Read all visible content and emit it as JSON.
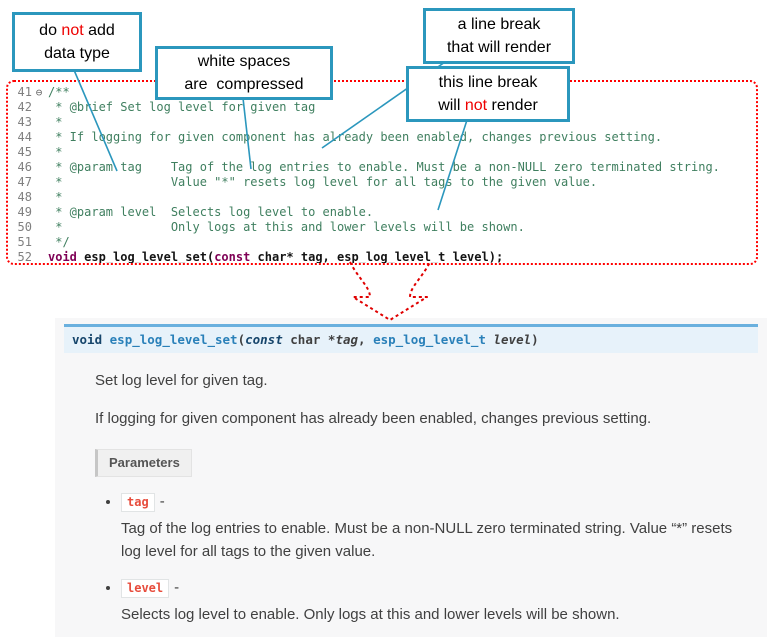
{
  "colors": {
    "callout_border": "#2b97bd",
    "highlight_red": "#ee0000",
    "code_block_border": "#ff0000",
    "comment_green": "#3f7f5f",
    "keyword_purple": "#7f0055",
    "doc_link_blue": "#2980b9",
    "sig_top_border": "#6ab0de",
    "sig_background": "#e7f2fa",
    "param_name_red": "#e74c3c"
  },
  "callouts": [
    {
      "id": "do-not-add-data-type",
      "lines": [
        [
          {
            "t": "do "
          },
          {
            "t": "not",
            "red": true
          },
          {
            "t": " add"
          }
        ],
        [
          {
            "t": "data type"
          }
        ]
      ]
    },
    {
      "id": "white-spaces-compressed",
      "lines": [
        [
          {
            "t": "white spaces"
          }
        ],
        [
          {
            "t": "are  compressed"
          }
        ]
      ]
    },
    {
      "id": "line-break-renders",
      "lines": [
        [
          {
            "t": "a line break"
          }
        ],
        [
          {
            "t": "that will render"
          }
        ]
      ]
    },
    {
      "id": "line-break-not-render",
      "lines": [
        [
          {
            "t": "this line break"
          }
        ],
        [
          {
            "t": "will "
          },
          {
            "t": "not",
            "red": true
          },
          {
            "t": " render"
          }
        ]
      ]
    }
  ],
  "code": {
    "fold_icon": "⊖",
    "lines": [
      {
        "num": "41",
        "fold": "⊖",
        "segments": [
          {
            "t": "/**",
            "c": "comment"
          }
        ]
      },
      {
        "num": "42",
        "segments": [
          {
            "t": " * @brief Set log level for given tag",
            "c": "comment"
          }
        ]
      },
      {
        "num": "43",
        "segments": [
          {
            "t": " *",
            "c": "comment"
          }
        ]
      },
      {
        "num": "44",
        "segments": [
          {
            "t": " * If logging for given component has already been enabled, changes previous setting.",
            "c": "comment"
          }
        ]
      },
      {
        "num": "45",
        "segments": [
          {
            "t": " *",
            "c": "comment"
          }
        ]
      },
      {
        "num": "46",
        "segments": [
          {
            "t": " * @param tag    Tag of the log entries to enable. Must be a non-NULL zero terminated string.",
            "c": "comment"
          }
        ]
      },
      {
        "num": "47",
        "segments": [
          {
            "t": " *               Value \"*\" resets log level for all tags to the given value.",
            "c": "comment"
          }
        ]
      },
      {
        "num": "48",
        "segments": [
          {
            "t": " *",
            "c": "comment"
          }
        ]
      },
      {
        "num": "49",
        "segments": [
          {
            "t": " * @param level  Selects log level to enable.",
            "c": "comment"
          }
        ]
      },
      {
        "num": "50",
        "segments": [
          {
            "t": " *               Only logs at this and lower levels will be shown.",
            "c": "comment"
          }
        ]
      },
      {
        "num": "51",
        "segments": [
          {
            "t": " */",
            "c": "comment"
          }
        ]
      },
      {
        "num": "52",
        "segments": [
          {
            "t": "void",
            "c": "keyword"
          },
          {
            "t": " esp_log_level_set(",
            "c": "code"
          },
          {
            "t": "const",
            "c": "keyword"
          },
          {
            "t": " char* tag, esp_log_level_t level);",
            "c": "code"
          }
        ]
      }
    ]
  },
  "docs": {
    "signature": [
      {
        "t": "void ",
        "c": "kw"
      },
      {
        "t": "esp_log_level_set",
        "c": "name"
      },
      {
        "t": "(",
        "c": "punct"
      },
      {
        "t": "const",
        "c": "const"
      },
      {
        "t": " char *",
        "c": "type"
      },
      {
        "t": "tag",
        "c": "param"
      },
      {
        "t": ", ",
        "c": "punct"
      },
      {
        "t": "esp_log_level_t",
        "c": "typelink"
      },
      {
        "t": " ",
        "c": "punct"
      },
      {
        "t": "level",
        "c": "param"
      },
      {
        "t": ")",
        "c": "punct"
      }
    ],
    "brief": "Set log level for given tag.",
    "description": "If logging for given component has already been enabled, changes previous setting.",
    "parameters_label": "Parameters",
    "param_sep": "-",
    "parameters": [
      {
        "name": "tag",
        "desc": "Tag of the log entries to enable. Must be a non-NULL zero terminated string. Value “*” resets log level for all tags to the given value."
      },
      {
        "name": "level",
        "desc": "Selects log level to enable. Only logs at this and lower levels will be shown."
      }
    ]
  }
}
